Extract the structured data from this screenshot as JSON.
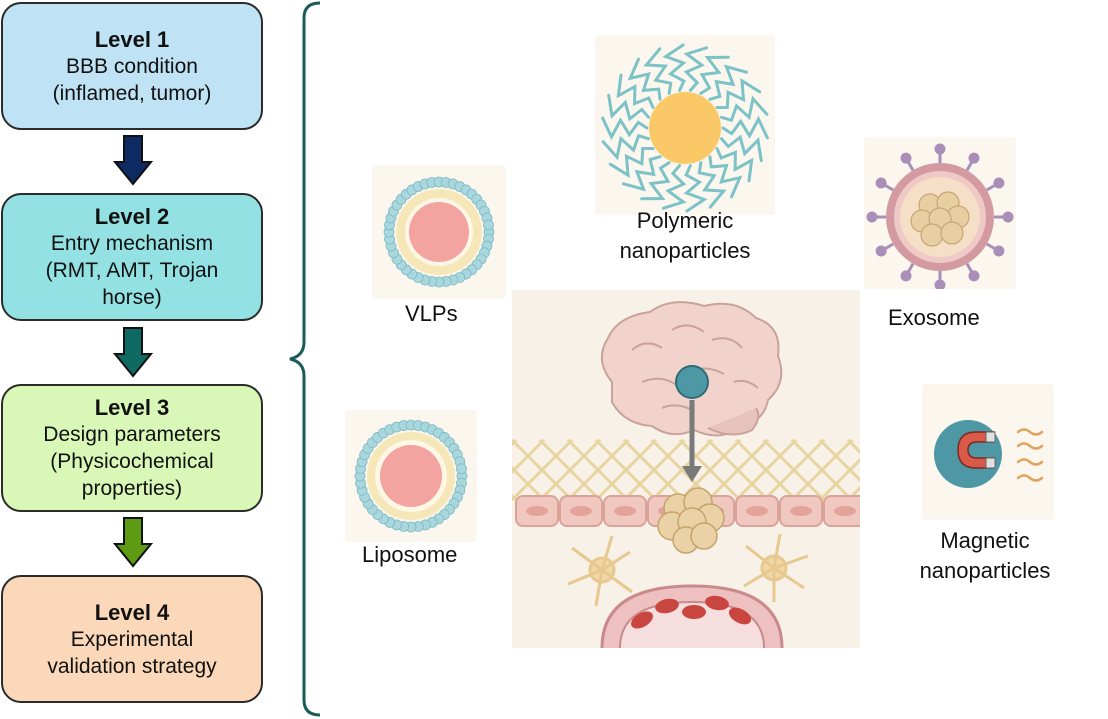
{
  "levels": [
    {
      "title": "Level 1",
      "lines": [
        "BBB condition",
        "(inflamed, tumor)"
      ],
      "color": "#bfe2f4"
    },
    {
      "title": "Level 2",
      "lines": [
        "Entry mechanism",
        "(RMT, AMT, Trojan",
        "horse)"
      ],
      "color": "#93e1e3"
    },
    {
      "title": "Level 3",
      "lines": [
        "Design parameters",
        "(Physicochemical",
        "properties)"
      ],
      "color": "#d9f8b8"
    },
    {
      "title": "Level 4",
      "lines": [
        "Experimental",
        "validation strategy"
      ],
      "color": "#fbd8b9"
    }
  ],
  "arrow_colors": [
    "#0d2a63",
    "#0f6a63",
    "#5e9a12"
  ],
  "bracket_color": "#1c5c58",
  "nanoparticles": {
    "vlps": "VLPs",
    "polymeric": [
      "Polymeric",
      "nanoparticles"
    ],
    "exosome": "Exosome",
    "liposome": "Liposome",
    "magnetic": [
      "Magnetic",
      "nanoparticles"
    ]
  }
}
